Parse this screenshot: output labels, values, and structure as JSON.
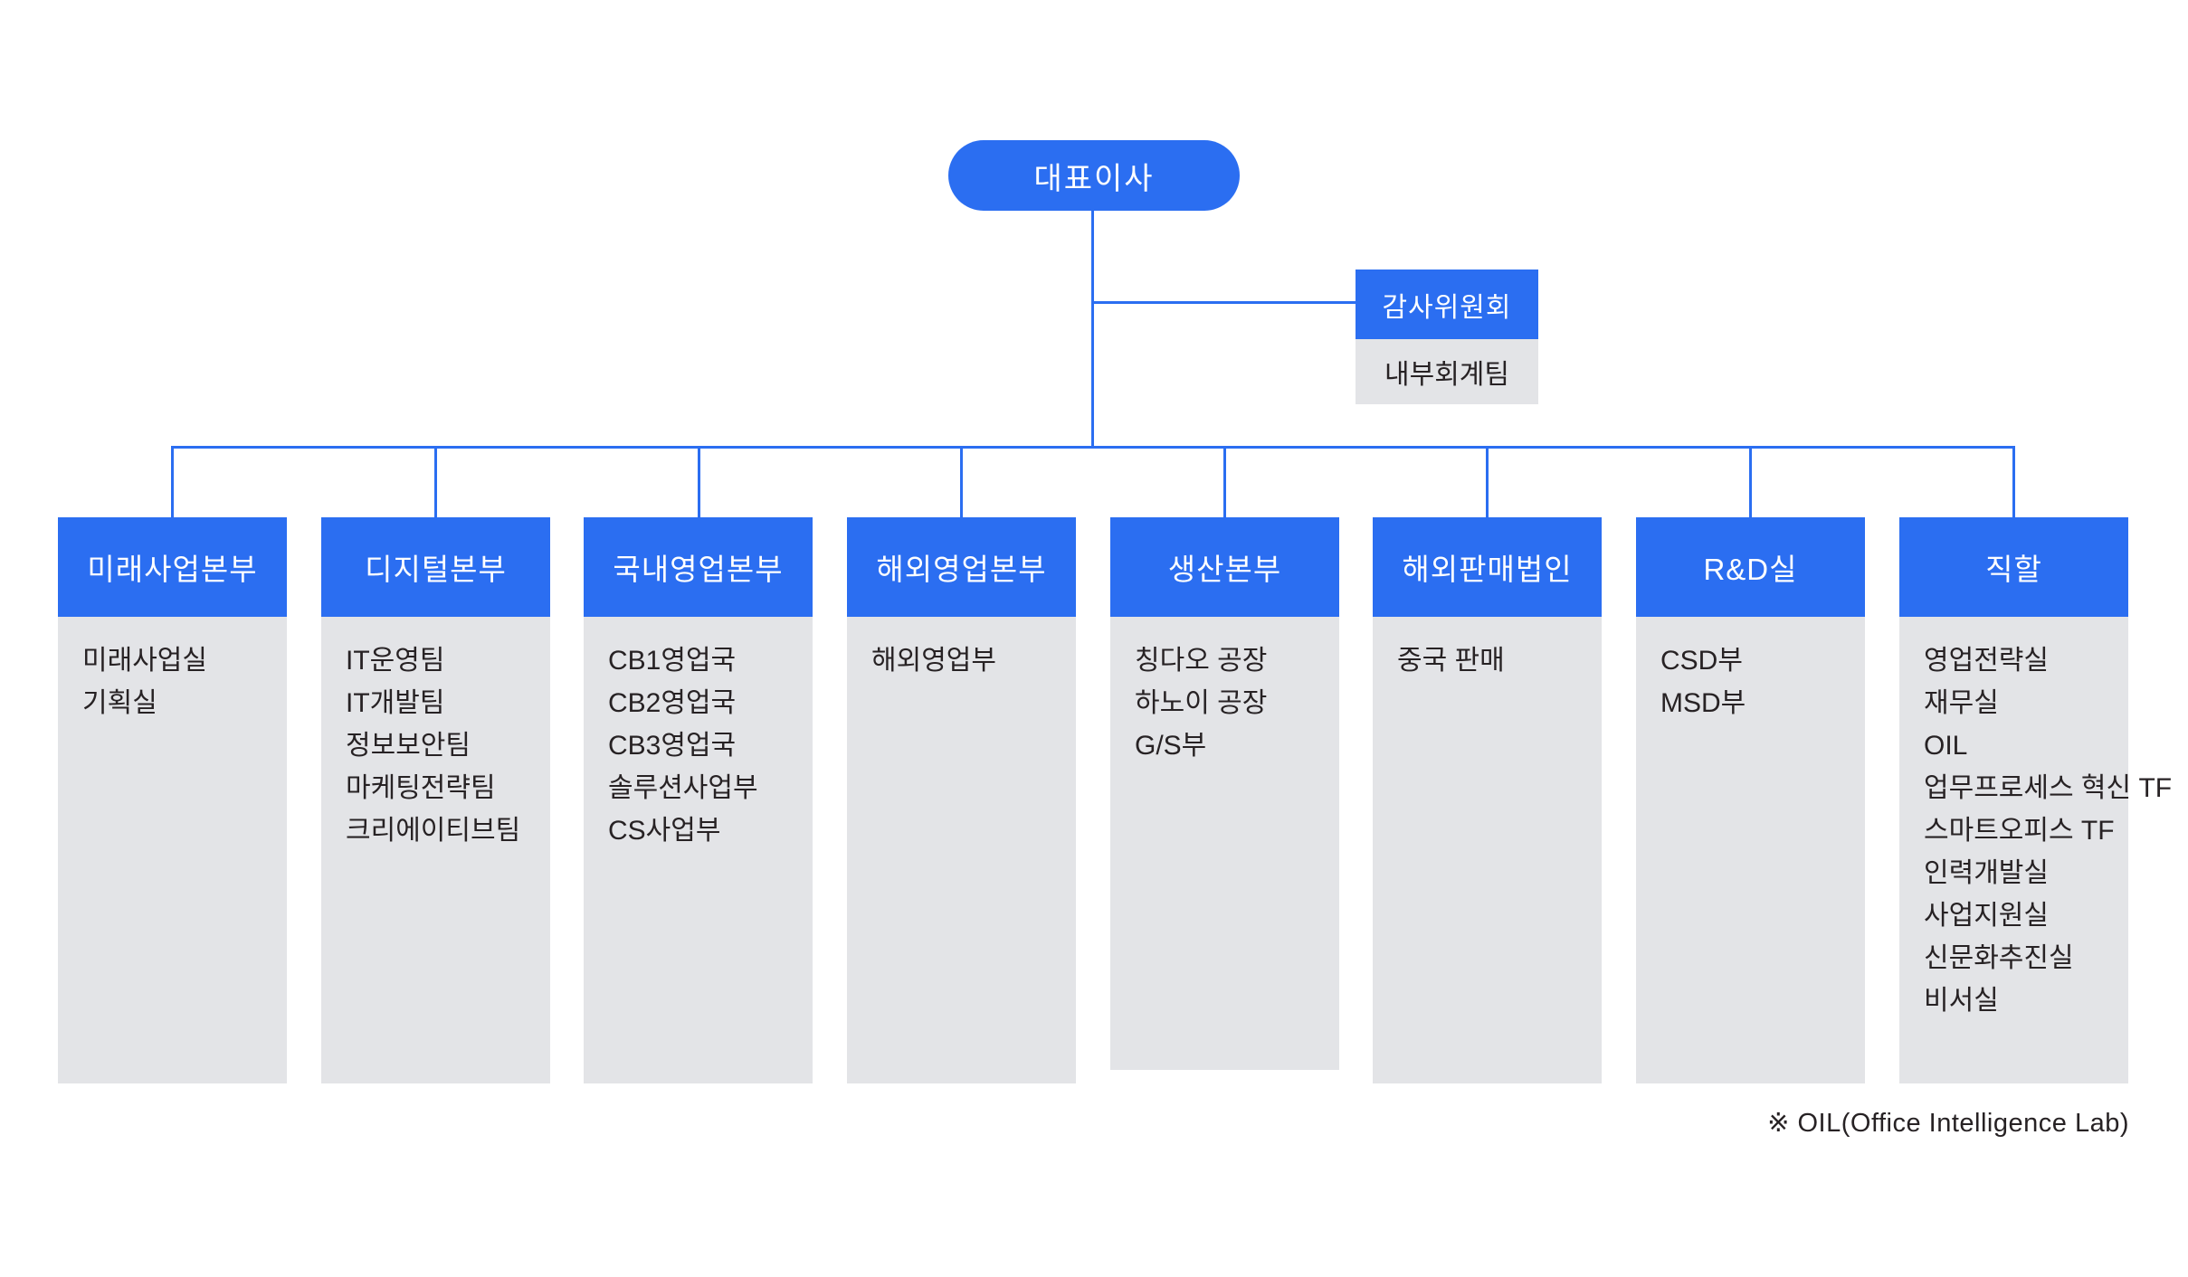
{
  "colors": {
    "accent_blue": "#2b6ef1",
    "panel_gray": "#e3e4e7",
    "text_dark": "#272224",
    "text_white": "#ffffff"
  },
  "org": {
    "type": "org-chart",
    "root": "대표이사",
    "audit": {
      "title": "감사위원회",
      "items": [
        "내부회계팀"
      ]
    },
    "divisions": [
      {
        "title": "미래사업본부",
        "items": [
          "미래사업실",
          "기획실"
        ]
      },
      {
        "title": "디지털본부",
        "items": [
          "IT운영팀",
          "IT개발팀",
          "정보보안팀",
          "마케팅전략팀",
          "크리에이티브팀"
        ]
      },
      {
        "title": "국내영업본부",
        "items": [
          "CB1영업국",
          "CB2영업국",
          "CB3영업국",
          "솔루션사업부",
          "CS사업부"
        ]
      },
      {
        "title": "해외영업본부",
        "items": [
          "해외영업부"
        ]
      },
      {
        "title": "생산본부",
        "items": [
          "칭다오 공장",
          "하노이 공장",
          "G/S부"
        ]
      },
      {
        "title": "해외판매법인",
        "items": [
          "중국 판매"
        ]
      },
      {
        "title": "R&D실",
        "items": [
          "CSD부",
          "MSD부"
        ]
      },
      {
        "title": "직할",
        "items": [
          "영업전략실",
          "재무실",
          "OIL",
          "업무프로세스 혁신 TF",
          "스마트오피스 TF",
          "인력개발실",
          "사업지원실",
          "신문화추진실",
          "비서실"
        ]
      }
    ],
    "footnote": "※ OIL(Office Intelligence Lab)"
  }
}
